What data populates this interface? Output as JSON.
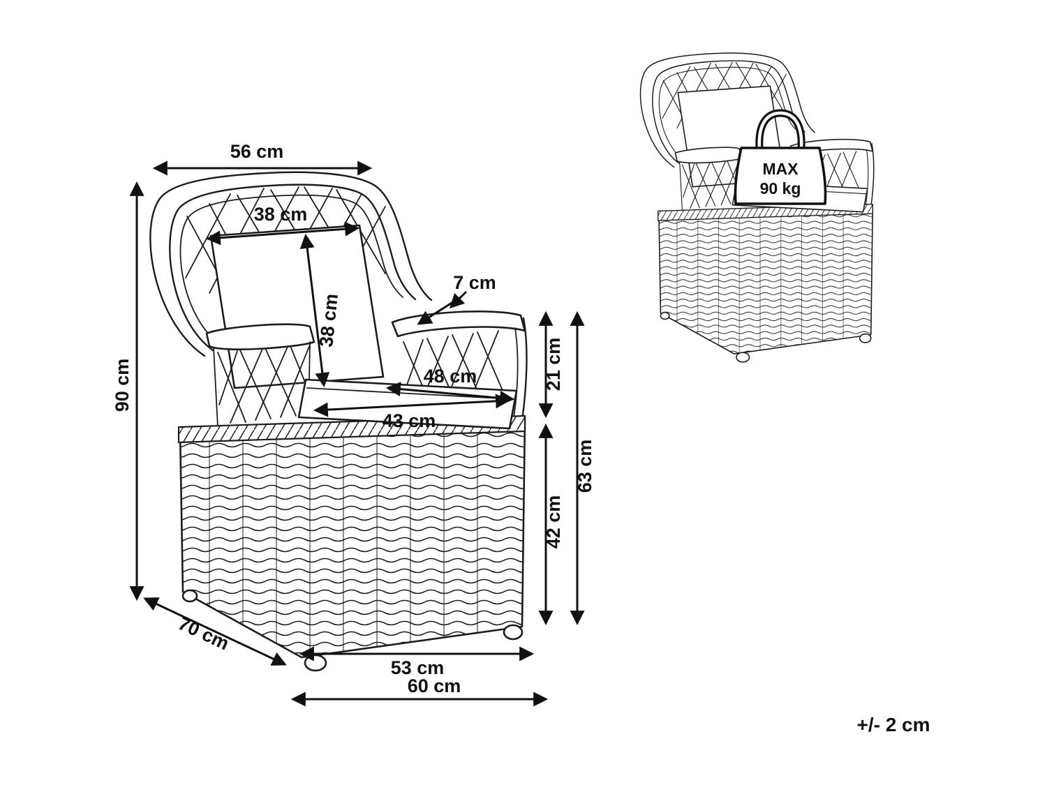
{
  "diagram": {
    "tolerance_note": "+/- 2 cm",
    "weight_limit": {
      "line1": "MAX",
      "line2": "90 kg"
    },
    "dimensions": {
      "top_width": "56 cm",
      "total_height": "90 cm",
      "back_cushion_width": "38 cm",
      "back_cushion_height": "38 cm",
      "armrest_width": "7 cm",
      "seat_depth": "48 cm",
      "seat_width": "43 cm",
      "seat_to_armrest_height": "21 cm",
      "armrest_height": "63 cm",
      "seat_height": "42 cm",
      "total_depth": "70 cm",
      "base_width": "53 cm",
      "front_width": "60 cm"
    }
  }
}
